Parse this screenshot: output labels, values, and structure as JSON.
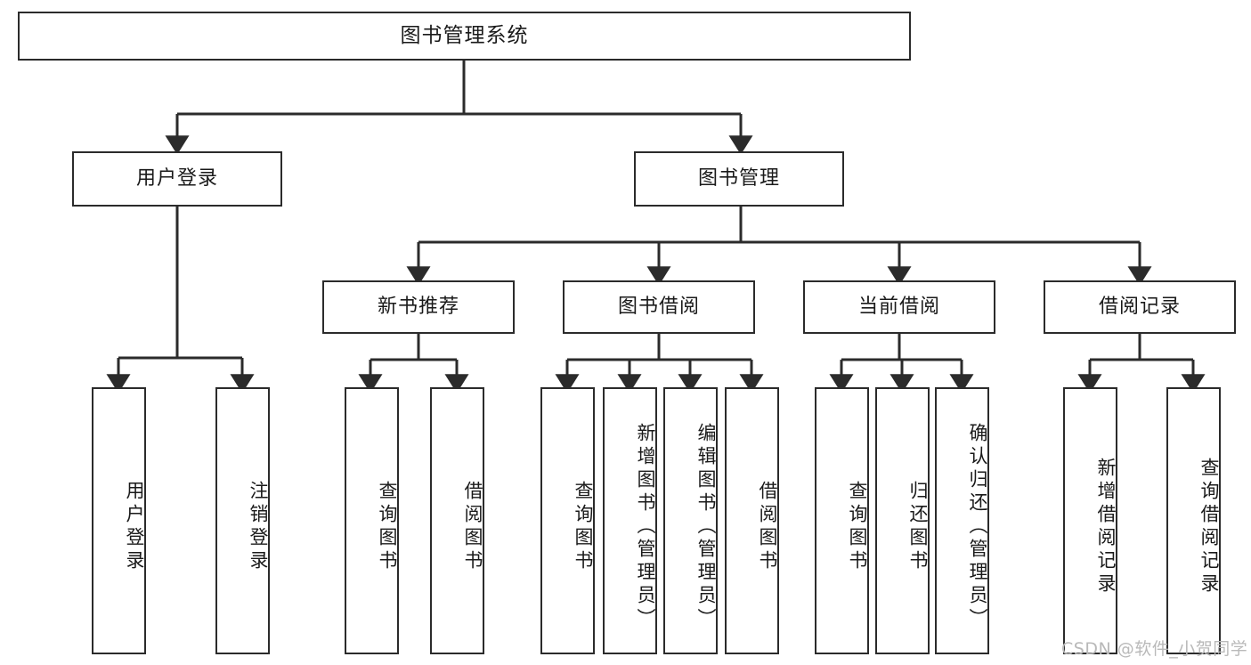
{
  "diagram": {
    "title": "图书管理系统",
    "type": "tree-hierarchy",
    "root": {
      "label": "图书管理系统"
    },
    "level2": [
      {
        "label": "用户登录"
      },
      {
        "label": "图书管理"
      }
    ],
    "level3": [
      {
        "label": "新书推荐"
      },
      {
        "label": "图书借阅"
      },
      {
        "label": "当前借阅"
      },
      {
        "label": "借阅记录"
      }
    ],
    "leaves": {
      "user_login": [
        {
          "label": "用户登录"
        },
        {
          "label": "注销登录"
        }
      ],
      "new_book_recommend": [
        {
          "label": "查询图书"
        },
        {
          "label": "借阅图书"
        }
      ],
      "book_borrow": [
        {
          "label": "查询图书"
        },
        {
          "label": "新增图书（管理员）"
        },
        {
          "label": "编辑图书（管理员）"
        },
        {
          "label": "借阅图书"
        }
      ],
      "current_borrow": [
        {
          "label": "查询图书"
        },
        {
          "label": "归还图书"
        },
        {
          "label": "确认归还（管理员）"
        }
      ],
      "borrow_records": [
        {
          "label": "新增借阅记录"
        },
        {
          "label": "查询借阅记录"
        }
      ]
    },
    "watermark": "CSDN @软件_小贺同学",
    "colors": {
      "stroke": "#2b2b2b",
      "fill": "#ffffff",
      "text": "#1a1a1a",
      "watermark": "#b9b9b9"
    }
  }
}
